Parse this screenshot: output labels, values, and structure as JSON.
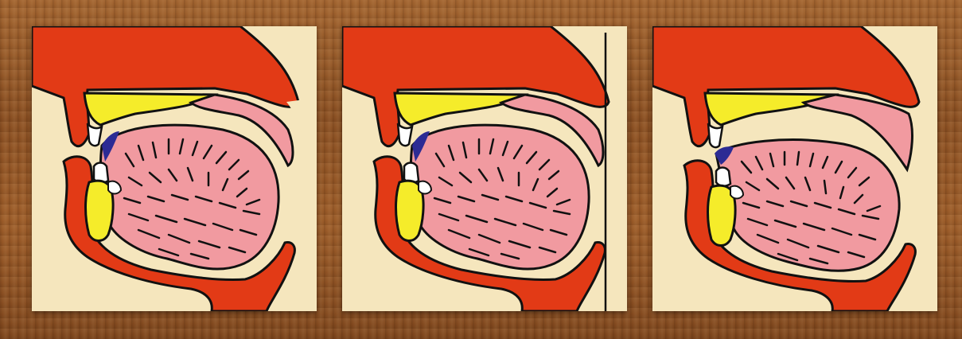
{
  "colors": {
    "board": "#93572a",
    "background": "#f5e6bd",
    "flesh": "#e23a16",
    "teeth_bone": "#f5ec2a",
    "tongue": "#f19aa0",
    "contact": "#2c2b94",
    "outline": "#111111"
  },
  "panels": [
    {
      "name": "panel-1",
      "contact": "tongue-tip-behind-upper-teeth",
      "velum": "raised"
    },
    {
      "name": "panel-2",
      "contact": "tongue-tip-behind-upper-teeth",
      "velum": "raised"
    },
    {
      "name": "panel-3",
      "contact": "tongue-tip-between-teeth",
      "velum": "raised"
    }
  ]
}
